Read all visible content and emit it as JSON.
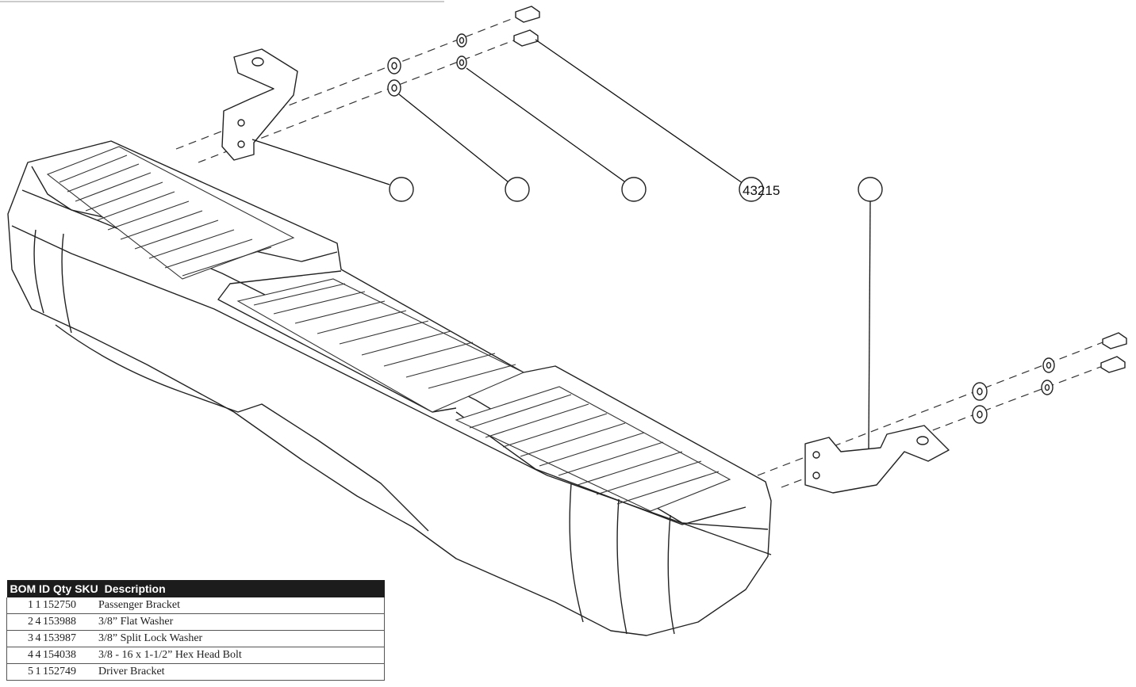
{
  "callouts": [
    {
      "id": "callout-1",
      "label": ""
    },
    {
      "id": "callout-2",
      "label": ""
    },
    {
      "id": "callout-3",
      "label": ""
    },
    {
      "id": "callout-4",
      "label": "43215"
    },
    {
      "id": "callout-5",
      "label": ""
    }
  ],
  "bom": {
    "headers": [
      "BOM ID",
      "Qty",
      "SKU",
      "Description"
    ],
    "rows": [
      {
        "id": "1",
        "qty": "1",
        "sku": "152750",
        "desc": "Passenger Bracket"
      },
      {
        "id": "2",
        "qty": "4",
        "sku": "153988",
        "desc": "3/8” Flat Washer"
      },
      {
        "id": "3",
        "qty": "4",
        "sku": "153987",
        "desc": "3/8” Split Lock Washer"
      },
      {
        "id": "4",
        "qty": "4",
        "sku": "154038",
        "desc": "3/8 - 16 x 1-1/2” Hex Head Bolt"
      },
      {
        "id": "5",
        "qty": "1",
        "sku": "152749",
        "desc": "Driver Bracket"
      }
    ]
  }
}
